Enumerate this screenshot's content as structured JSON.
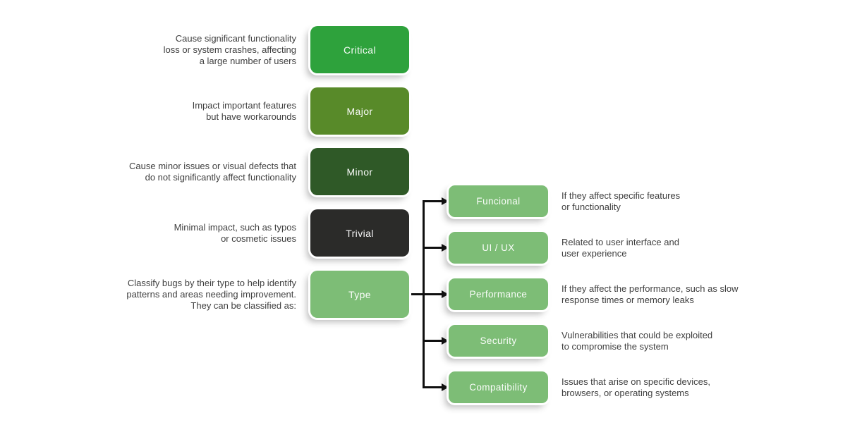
{
  "diagram": {
    "background": "#ffffff",
    "connector_color": "#0f0f0f",
    "text_color": "#3f3f3f",
    "node_label_color": "#ffffff"
  },
  "severity": {
    "items": [
      {
        "label": "Critical",
        "description": "Cause significant functionality\nloss or system crashes, affecting\na large number of users",
        "color": "#2ea23c"
      },
      {
        "label": "Major",
        "description": "Impact important features\nbut have workarounds",
        "color": "#588a29"
      },
      {
        "label": "Minor",
        "description": "Cause minor issues or visual defects that\ndo not significantly affect functionality",
        "color": "#2f5927"
      },
      {
        "label": "Trivial",
        "description": "Minimal impact, such as typos\nor cosmetic issues",
        "color": "#2b2b29"
      }
    ]
  },
  "type": {
    "label": "Type",
    "description": "Classify bugs by their type to help identify\npatterns and areas needing improvement.\nThey can be classified as:",
    "color": "#7dbd76",
    "branches": [
      {
        "label": "Funcional",
        "description": "If they affect specific features\nor functionality",
        "color": "#7dbd76"
      },
      {
        "label": "UI / UX",
        "description": "Related to user interface and\nuser experience",
        "color": "#7dbd76"
      },
      {
        "label": "Performance",
        "description": "If they affect the performance, such as slow\nresponse times or memory leaks",
        "color": "#7dbd76"
      },
      {
        "label": "Security",
        "description": "Vulnerabilities that could be exploited\nto compromise the system",
        "color": "#7dbd76"
      },
      {
        "label": "Compatibility",
        "description": "Issues that arise on specific devices,\nbrowsers, or operating systems",
        "color": "#7dbd76"
      }
    ]
  }
}
